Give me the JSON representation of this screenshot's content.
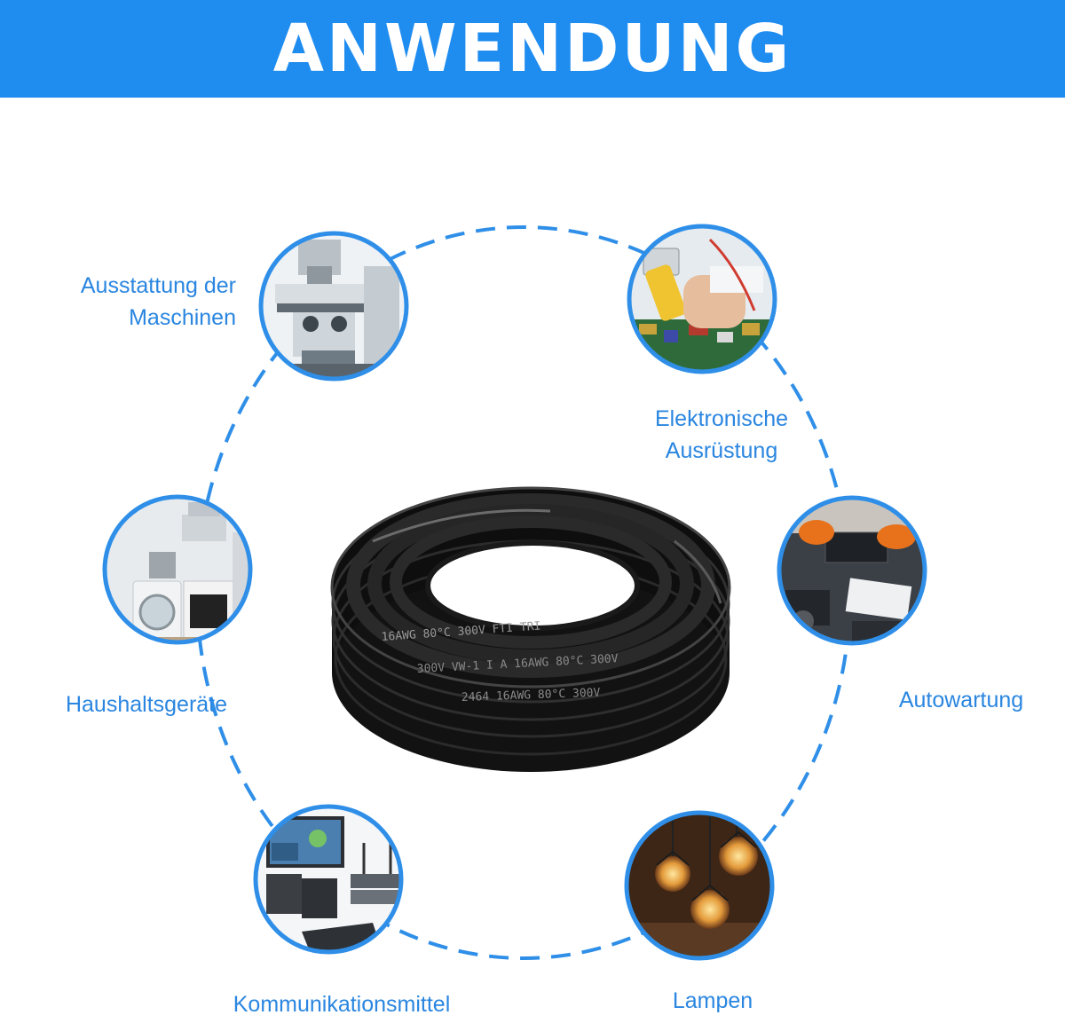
{
  "header": {
    "title": "ANWENDUNG"
  },
  "colors": {
    "accent": "#1f8cf0",
    "label": "#2a86e0",
    "ring": "#2f8fe8",
    "cable": "#141414"
  },
  "cable": {
    "print_lines": [
      "16AWG  80°C  300V  FTI  TRI",
      "300V  VW-1  I  A  16AWG  80°C  300V",
      "2464  16AWG  80°C  300V"
    ]
  },
  "applications": [
    {
      "id": "maschinen",
      "icon": "milling-machine-icon",
      "lines": [
        "Ausstattung der",
        "Maschinen"
      ]
    },
    {
      "id": "elektronik",
      "icon": "circuit-board-testing-icon",
      "lines": [
        "Elektronische",
        "Ausrüstung"
      ]
    },
    {
      "id": "haushalt",
      "icon": "home-appliances-icon",
      "lines": [
        "Haushaltsgeräte"
      ]
    },
    {
      "id": "auto",
      "icon": "car-engine-repair-icon",
      "lines": [
        "Autowartung"
      ]
    },
    {
      "id": "kommunikation",
      "icon": "network-equipment-icon",
      "lines": [
        "Kommunikationsmittel"
      ]
    },
    {
      "id": "lampen",
      "icon": "pendant-lamps-icon",
      "lines": [
        "Lampen"
      ]
    }
  ]
}
